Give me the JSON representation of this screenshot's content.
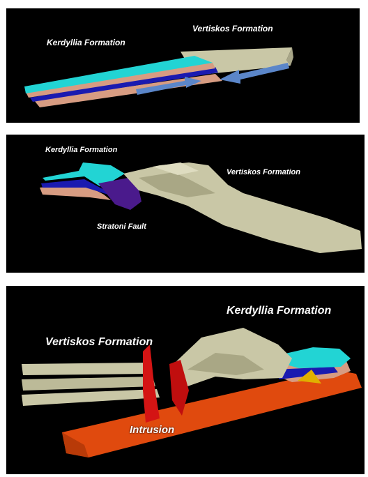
{
  "panels": [
    {
      "labels": {
        "kerdyllia": "Kerdyllia Formation",
        "vertiskos": "Vertiskos Formation"
      }
    },
    {
      "labels": {
        "kerdyllia": "Kerdyllia Formation",
        "vertiskos": "Vertiskos Formation",
        "fault": "Stratoni Fault"
      }
    },
    {
      "labels": {
        "kerdyllia": "Kerdyllia Formation",
        "vertiskos": "Vertiskos Formation",
        "intrusion": "Intrusion"
      }
    }
  ],
  "colors": {
    "background": "#000000",
    "kerdyllia_top": "#22d4d4",
    "kerdyllia_mid": "#d79c82",
    "kerdyllia_band": "#1a1ab0",
    "vertiskos": "#c9c7a6",
    "fault": "#4a1a8c",
    "intrusion": "#e04a0e",
    "intrusion_red": "#d41414",
    "arrow": "#5b86c9",
    "label": "#ffffff"
  }
}
